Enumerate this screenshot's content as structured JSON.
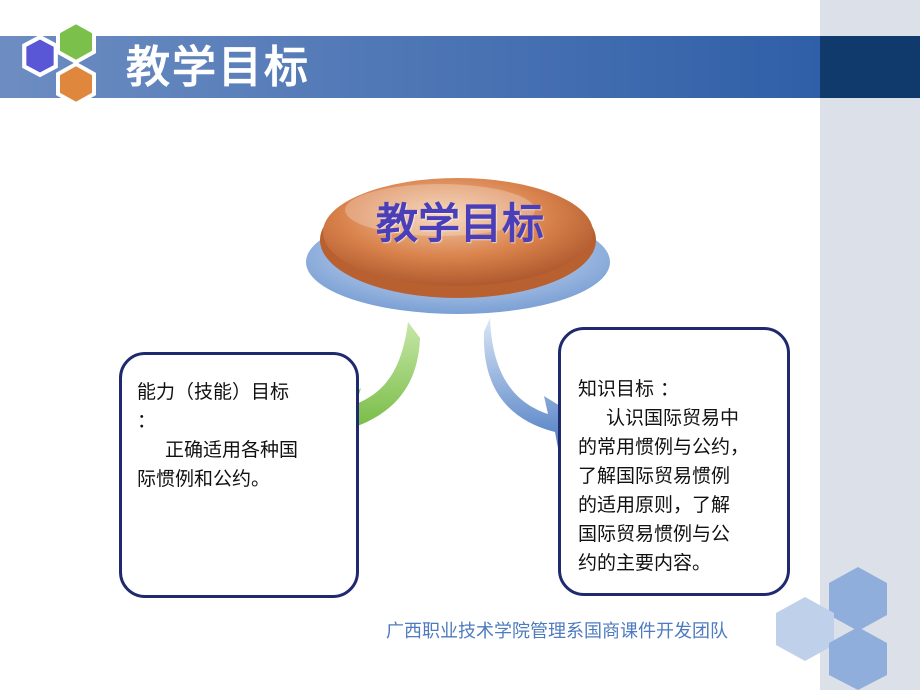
{
  "header": {
    "title": "教学目标"
  },
  "center_button": {
    "label": "教学目标"
  },
  "left_box": {
    "heading": "能力（技能）目标",
    "colon": "：",
    "body_line1": "正确适用各种国",
    "body_line2": "际惯例和公约。"
  },
  "right_box": {
    "heading": "知识目标 ：",
    "lines": [
      "认识国际贸易中",
      "的常用惯例与公约，",
      "了解国际贸易惯例",
      "的适用原则，了解",
      "国际贸易惯例与公",
      "约的主要内容。"
    ]
  },
  "footer": {
    "text": "广西职业技术学院管理系国商课件开发团队"
  },
  "colors": {
    "header_blue": "#2f5fa8",
    "header_dark": "#0f3a6b",
    "hex_blue": "#5a57d6",
    "hex_green": "#7bc04a",
    "hex_orange": "#e0873e",
    "button_orange": "#d9824c",
    "box_border": "#1f2a6e",
    "footer_blue": "#4e7bbf"
  }
}
